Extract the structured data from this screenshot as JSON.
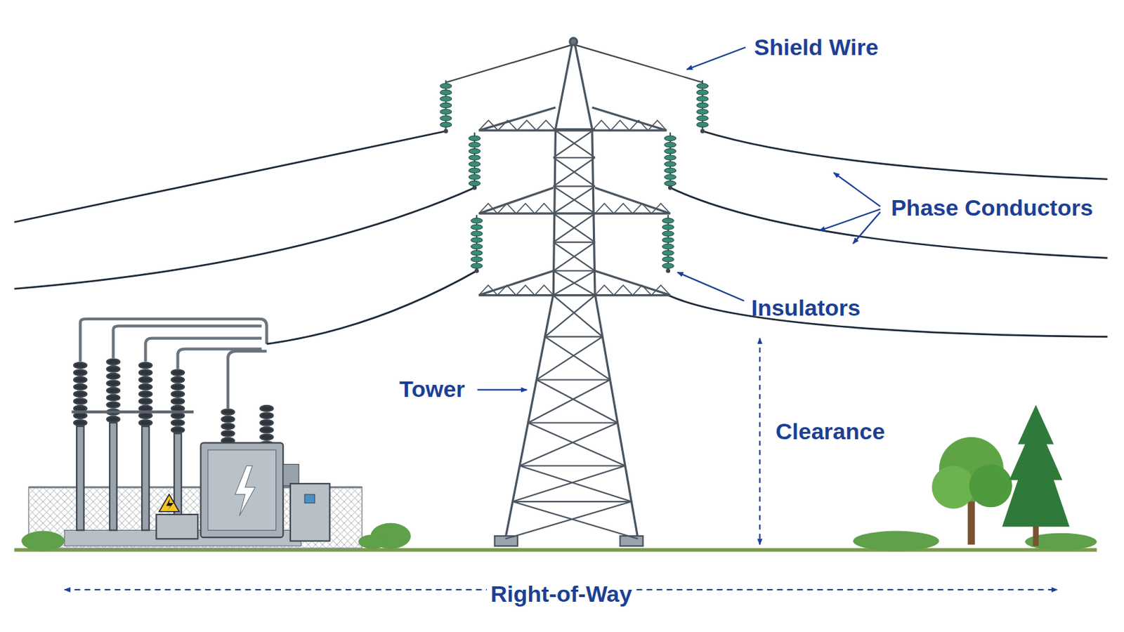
{
  "diagram": {
    "labels": [
      "Shield Wire",
      "Phase Conductors",
      "Insulators",
      "Tower",
      "Clearance",
      "Right-of-Way"
    ]
  }
}
